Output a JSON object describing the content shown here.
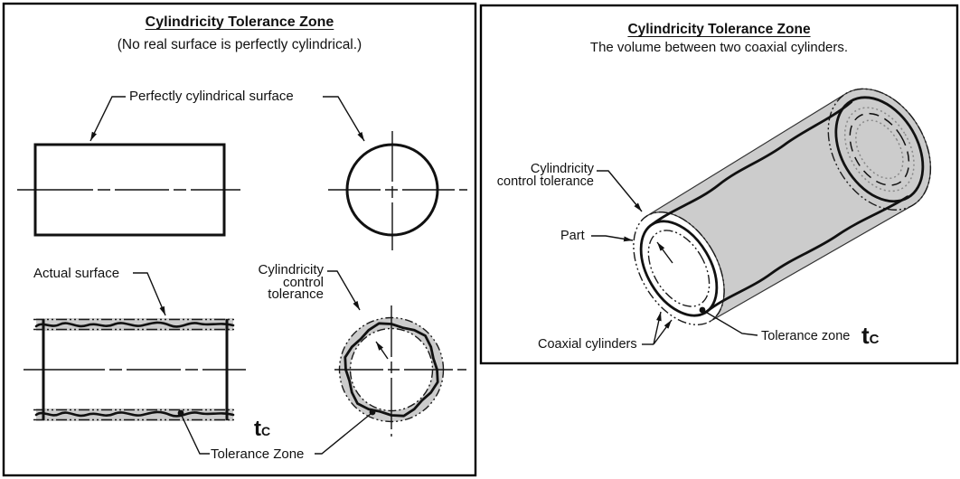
{
  "left_panel": {
    "title": "Cylindricity Tolerance Zone",
    "subtitle": "(No real surface is perfectly cylindrical.)",
    "labels": {
      "perfect_surface": "Perfectly cylindrical surface",
      "actual_surface": "Actual surface",
      "control_tolerance": "Cylindricity\ncontrol\ntolerance",
      "tolerance_zone": "Tolerance Zone",
      "tc_symbol": "t",
      "tc_subscript": "C"
    }
  },
  "right_panel": {
    "title": "Cylindricity Tolerance Zone",
    "subtitle": "The volume between two coaxial cylinders.",
    "labels": {
      "control_tolerance": "Cylindricity\ncontrol tolerance",
      "part": "Part",
      "coaxial_cylinders": "Coaxial cylinders",
      "tolerance_zone": "Tolerance zone",
      "tc_symbol": "t",
      "tc_subscript": "C"
    }
  },
  "colors": {
    "line": "#111111",
    "tolerance_fill": "#cccccc",
    "background": "#ffffff",
    "border": "#000000"
  }
}
